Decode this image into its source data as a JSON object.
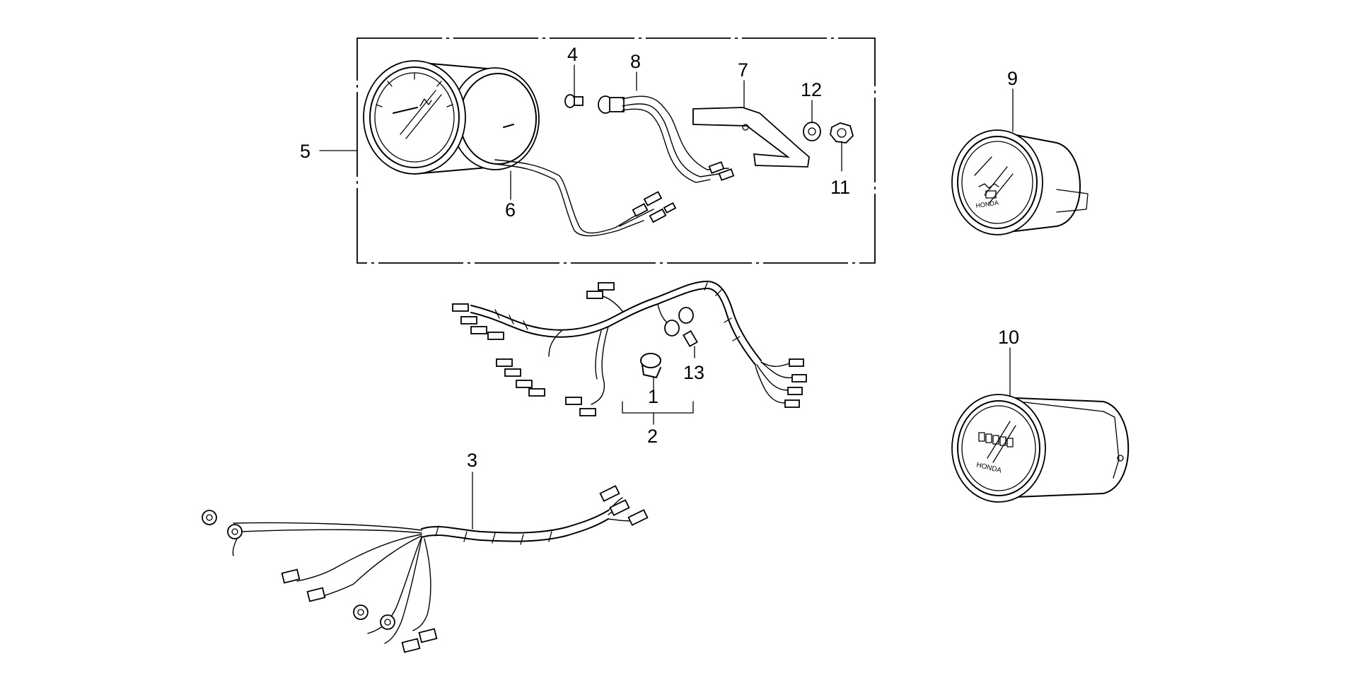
{
  "callouts": {
    "c1": "1",
    "c2": "2",
    "c3": "3",
    "c4": "4",
    "c5": "5",
    "c6": "6",
    "c7": "7",
    "c8": "8",
    "c9": "9",
    "c10": "10",
    "c11": "11",
    "c12": "12",
    "c13": "13"
  },
  "gauge_text": {
    "brand": "HONDA"
  }
}
